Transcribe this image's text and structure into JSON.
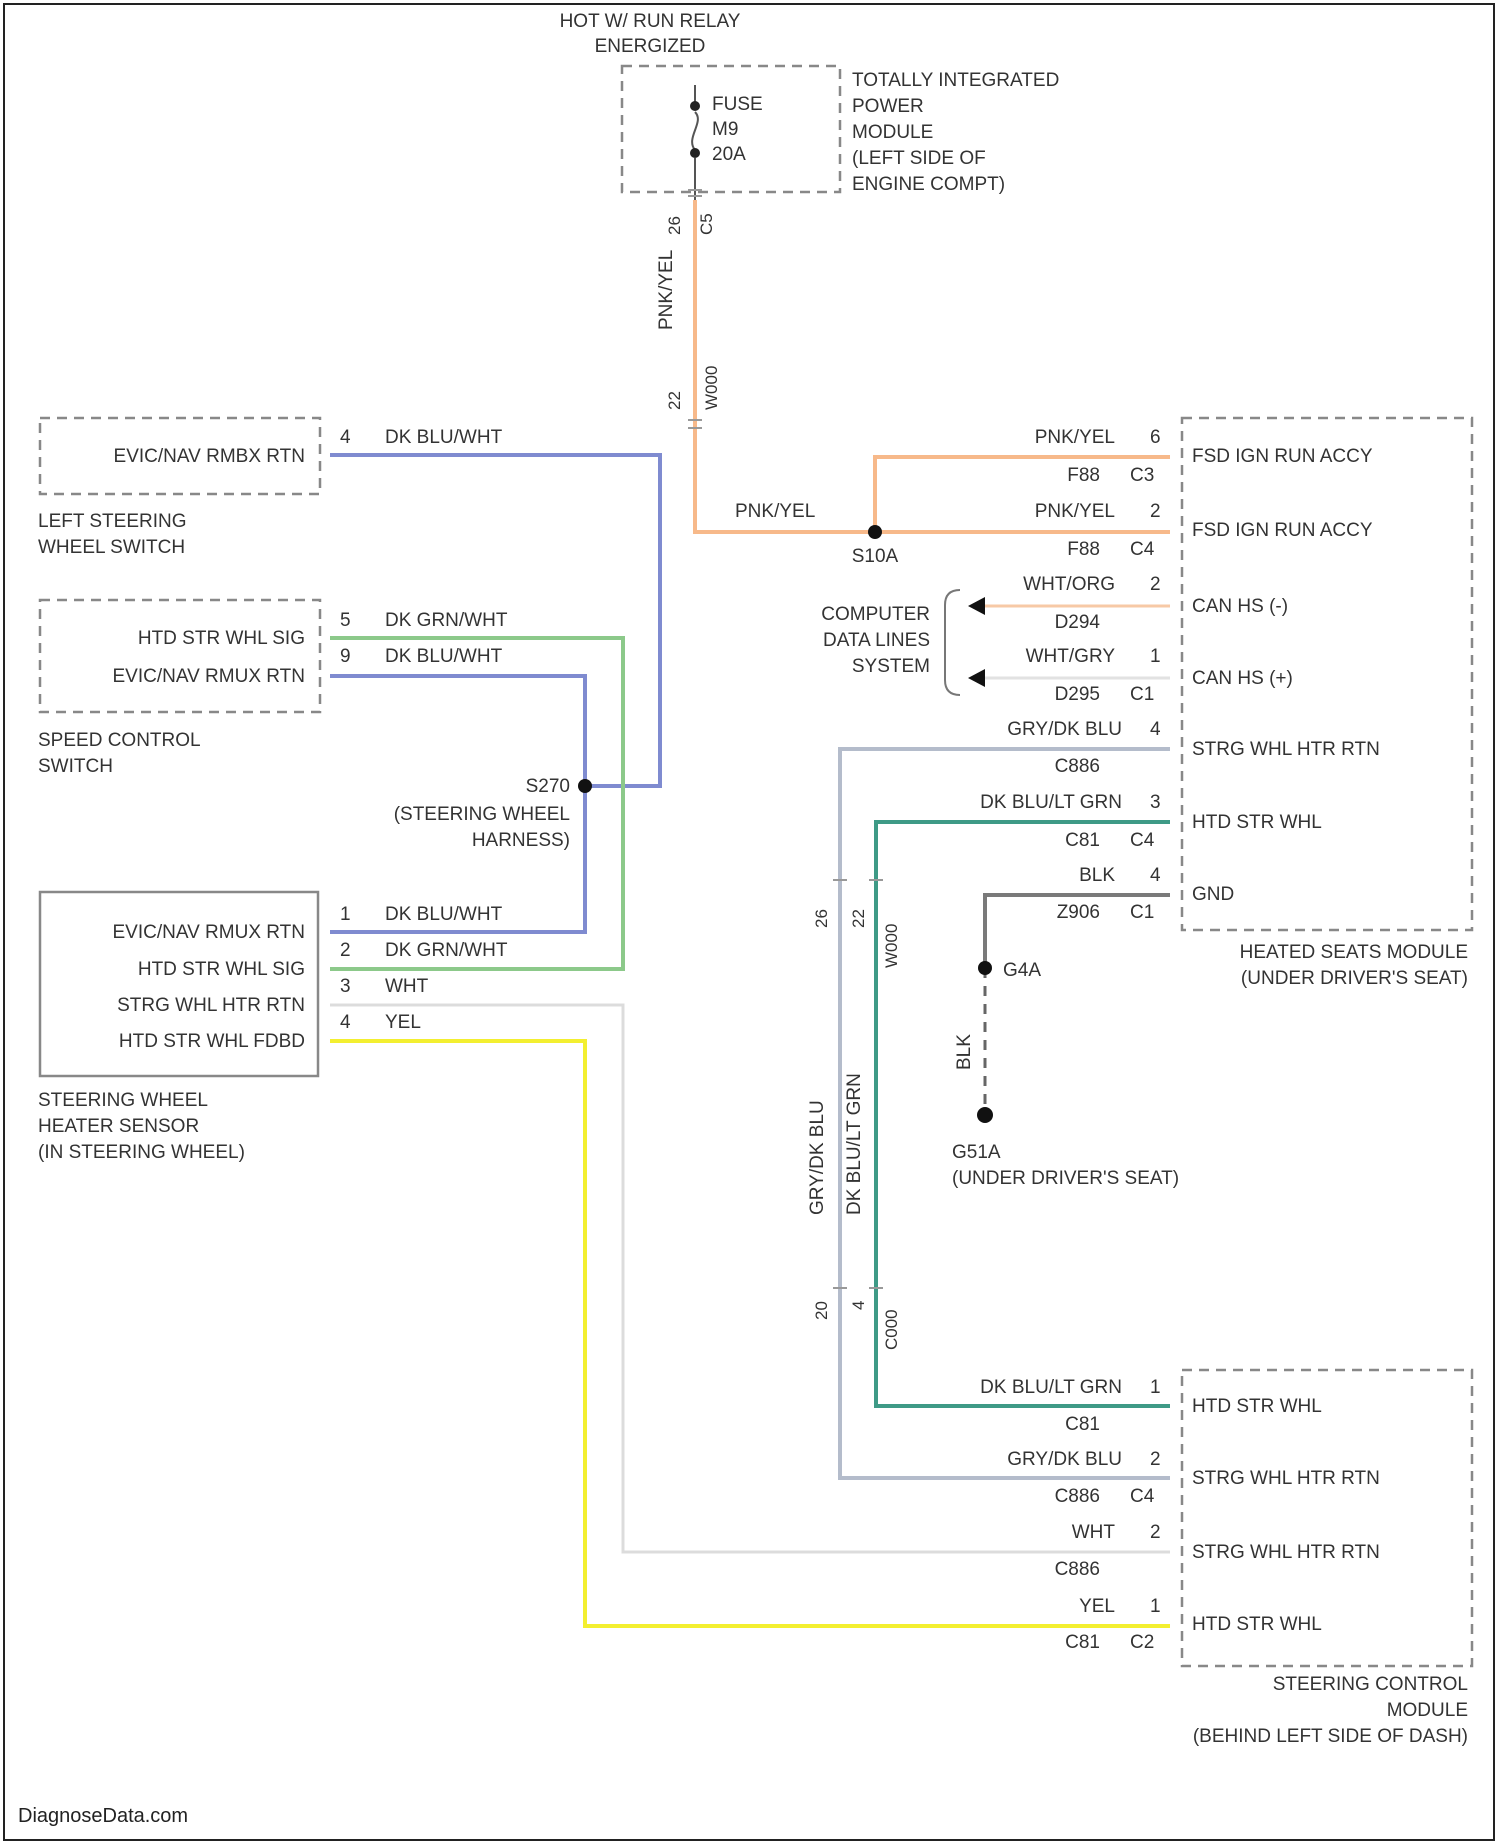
{
  "top": {
    "relay_line1": "HOT W/ RUN RELAY",
    "relay_line2": "ENERGIZED",
    "fuse": [
      "FUSE",
      "M9",
      "20A"
    ],
    "tipm": [
      "TOTALLY INTEGRATED",
      "POWER",
      "MODULE",
      "(LEFT SIDE OF",
      "ENGINE COMPT)"
    ],
    "pin_c5": "C5",
    "pin_26": "26",
    "wire_vertical": "PNK/YEL",
    "connector_a": "W000",
    "pin_22": "22",
    "wire_splice": "PNK/YEL",
    "splice": "S10A"
  },
  "left_steering_switch": {
    "pin": "EVIC/NAV RMBX RTN",
    "pin_num": "4",
    "wire": "DK BLU/WHT",
    "caption": [
      "LEFT STEERING",
      "WHEEL SWITCH"
    ]
  },
  "speed_control_switch": {
    "pins": [
      "HTD STR WHL SIG",
      "EVIC/NAV RMUX RTN"
    ],
    "pin_nums": [
      "5",
      "9"
    ],
    "wires": [
      "DK GRN/WHT",
      "DK BLU/WHT"
    ],
    "caption": [
      "SPEED CONTROL",
      "SWITCH"
    ]
  },
  "splice_s270": {
    "id": "S270",
    "caption": [
      "(STEERING WHEEL",
      "HARNESS)"
    ]
  },
  "heater_sensor": {
    "pins": [
      "EVIC/NAV RMUX RTN",
      "HTD STR WHL SIG",
      "STRG WHL HTR RTN",
      "HTD STR WHL FDBD"
    ],
    "pin_nums": [
      "1",
      "2",
      "3",
      "4"
    ],
    "wires": [
      "DK BLU/WHT",
      "DK GRN/WHT",
      "WHT",
      "YEL"
    ],
    "caption": [
      "STEERING WHEEL",
      "HEATER SENSOR",
      "(IN STEERING WHEEL)"
    ]
  },
  "heated_seats_module": {
    "rows": [
      {
        "wire": "PNK/YEL",
        "pin": "6",
        "circuit": "F88",
        "conn": "C3",
        "label": "FSD IGN RUN ACCY"
      },
      {
        "wire": "PNK/YEL",
        "pin": "2",
        "circuit": "F88",
        "conn": "C4",
        "label": "FSD IGN RUN ACCY"
      },
      {
        "wire": "WHT/ORG",
        "pin": "2",
        "circuit": "D294",
        "conn": "",
        "label": "CAN HS (-)"
      },
      {
        "wire": "WHT/GRY",
        "pin": "1",
        "circuit": "D295",
        "conn": "C1",
        "label": "CAN HS (+)"
      },
      {
        "wire": "GRY/DK BLU",
        "pin": "4",
        "circuit": "C886",
        "conn": "",
        "label": "STRG WHL HTR RTN"
      },
      {
        "wire": "DK BLU/LT GRN",
        "pin": "3",
        "circuit": "C81",
        "conn": "C4",
        "label": "HTD STR WHL"
      },
      {
        "wire": "BLK",
        "pin": "4",
        "circuit": "Z906",
        "conn": "C1",
        "label": "GND"
      }
    ],
    "caption": [
      "HEATED SEATS MODULE",
      "(UNDER DRIVER'S SEAT)"
    ]
  },
  "computer_data_lines": [
    "COMPUTER",
    "DATA LINES",
    "SYSTEM"
  ],
  "ground": {
    "splice": "G4A",
    "wire": "BLK",
    "id": "G51A",
    "caption": "(UNDER DRIVER'S SEAT)"
  },
  "mid_connectors": {
    "upper_left_pin": "26",
    "upper_right_pin": "22",
    "upper_conn": "W000",
    "wire_left": "GRY/DK BLU",
    "wire_right": "DK BLU/LT GRN",
    "lower_left_pin": "20",
    "lower_right_pin": "4",
    "lower_conn": "C000"
  },
  "steering_control_module": {
    "rows": [
      {
        "wire": "DK BLU/LT GRN",
        "pin": "1",
        "circuit": "C81",
        "conn": "",
        "label": "HTD STR WHL"
      },
      {
        "wire": "GRY/DK BLU",
        "pin": "2",
        "circuit": "C886",
        "conn": "C4",
        "label": "STRG WHL HTR RTN"
      },
      {
        "wire": "WHT",
        "pin": "2",
        "circuit": "C886",
        "conn": "",
        "label": "STRG WHL HTR RTN"
      },
      {
        "wire": "YEL",
        "pin": "1",
        "circuit": "C81",
        "conn": "C2",
        "label": "HTD STR WHL"
      }
    ],
    "caption": [
      "STEERING CONTROL",
      "MODULE",
      "(BEHIND LEFT SIDE OF DASH)"
    ]
  },
  "watermark": "DiagnoseData.com",
  "colors": {
    "pnk_yel": "#f7b98a",
    "dk_blu_wht": "#7f8bd0",
    "dk_grn_wht": "#8cc98a",
    "gry_dk_blu": "#b4bccb",
    "dk_blu_lt_grn": "#3e9a86",
    "wht": "#dcdcdc",
    "yel": "#f3ef30",
    "blk": "#7a7a7a"
  }
}
